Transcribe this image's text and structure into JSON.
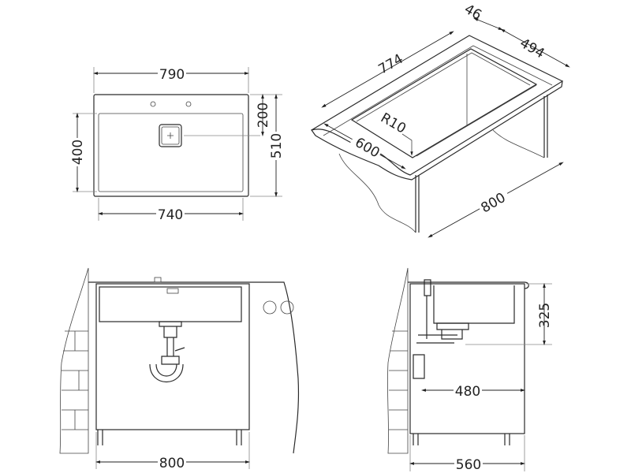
{
  "top_view": {
    "width_overall": "790",
    "bowl_width": "740",
    "bowl_depth": "400",
    "drain_offset": "200",
    "depth_overall": "510"
  },
  "iso_view": {
    "length": "774",
    "rim": "46",
    "depth": "494",
    "worktop_depth": "600",
    "corner_radius": "R10",
    "cabinet_width": "800"
  },
  "front_view": {
    "cabinet_width": "800"
  },
  "side_view": {
    "bowl_height": "325",
    "drain_distance": "480",
    "cabinet_depth": "560"
  }
}
